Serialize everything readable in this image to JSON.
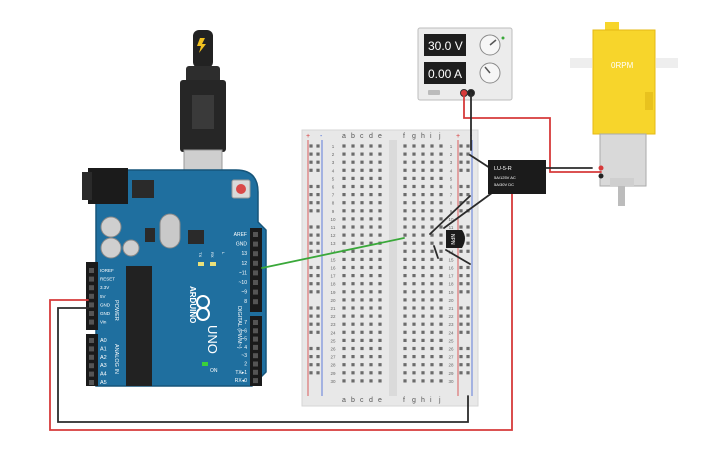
{
  "power_supply": {
    "voltage": "30.0 V",
    "current": "0.00 A"
  },
  "motor": {
    "rpm_label": "0RPM"
  },
  "relay": {
    "part": "LU-5-R",
    "line1": "5A/125V AC",
    "line2": "5A/30V DC"
  },
  "transistor": {
    "label": "NPN"
  },
  "arduino": {
    "brand": "ARDUINO",
    "model": "UNO",
    "on_label": "ON",
    "tx_label": "TX",
    "rx_label": "RX",
    "l_label": "L",
    "digital_label": "DIGITAL (PWM~)",
    "power_label": "POWER",
    "analog_label": "ANALOG IN",
    "power_pins": [
      "IOREF",
      "RESET",
      "3.3V",
      "5V",
      "GND",
      "GND",
      "Vin"
    ],
    "analog_pins": [
      "A0",
      "A1",
      "A2",
      "A3",
      "A4",
      "A5"
    ],
    "digital_pins": [
      "AREF",
      "GND",
      "13",
      "12",
      "~11",
      "~10",
      "~9",
      "8",
      "7",
      "~6",
      "~5",
      "4",
      "~3",
      "2",
      "TX▸1",
      "RX◂0"
    ]
  },
  "breadboard": {
    "cols_left": [
      "a",
      "b",
      "c",
      "d",
      "e"
    ],
    "cols_right": [
      "f",
      "g",
      "h",
      "i",
      "j"
    ],
    "rows": [
      "1",
      "2",
      "3",
      "4",
      "5",
      "6",
      "7",
      "8",
      "9",
      "10",
      "11",
      "12",
      "13",
      "14",
      "15",
      "16",
      "17",
      "18",
      "19",
      "20",
      "21",
      "22",
      "23",
      "24",
      "25",
      "26",
      "27",
      "28",
      "29",
      "30"
    ],
    "plus": "+",
    "minus": "-"
  },
  "colors": {
    "board_blue": "#1f6f9f",
    "wire_red": "#d63a3a",
    "wire_black": "#2b2b2b",
    "wire_green": "#3aa83a",
    "motor_yellow": "#f7d52b"
  }
}
